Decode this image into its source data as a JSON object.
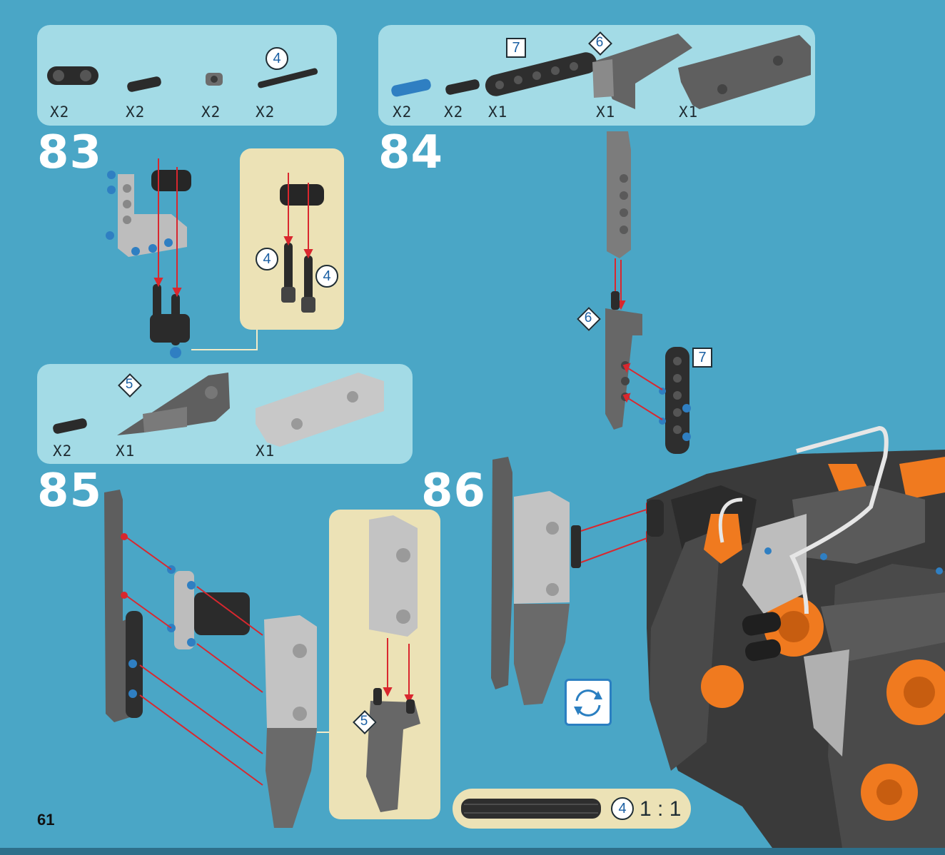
{
  "page_number": "61",
  "colors": {
    "background": "#4aa6c6",
    "parts_panel": "#a3dbe6",
    "subassembly_panel": "#ece2b6",
    "arrow": "#d9272e",
    "accent_orange": "#f07a1f",
    "pin_blue": "#2f7fc2"
  },
  "steps": {
    "s83": "83",
    "s84": "84",
    "s85": "85",
    "s86": "86"
  },
  "parts_list_83": {
    "q1": "X2",
    "q2": "X2",
    "q3": "X2",
    "q4": "X2",
    "axle_badge": "4"
  },
  "parts_list_84": {
    "q1": "X2",
    "q2": "X2",
    "q3": "X1",
    "q4": "X1",
    "q5": "X1",
    "beam_badge": "7",
    "panel_badge": "6"
  },
  "parts_list_85": {
    "q1": "X2",
    "q2": "X1",
    "q3": "X1",
    "panel_badge": "5"
  },
  "callouts": {
    "sub83_left": "4",
    "sub83_right": "4",
    "step84_diamond": "6",
    "step84_square": "7",
    "sub85_diamond": "5"
  },
  "scale_indicator": {
    "badge": "4",
    "ratio": "1 : 1"
  },
  "icons": {
    "rotate": "rotate-model-icon"
  }
}
